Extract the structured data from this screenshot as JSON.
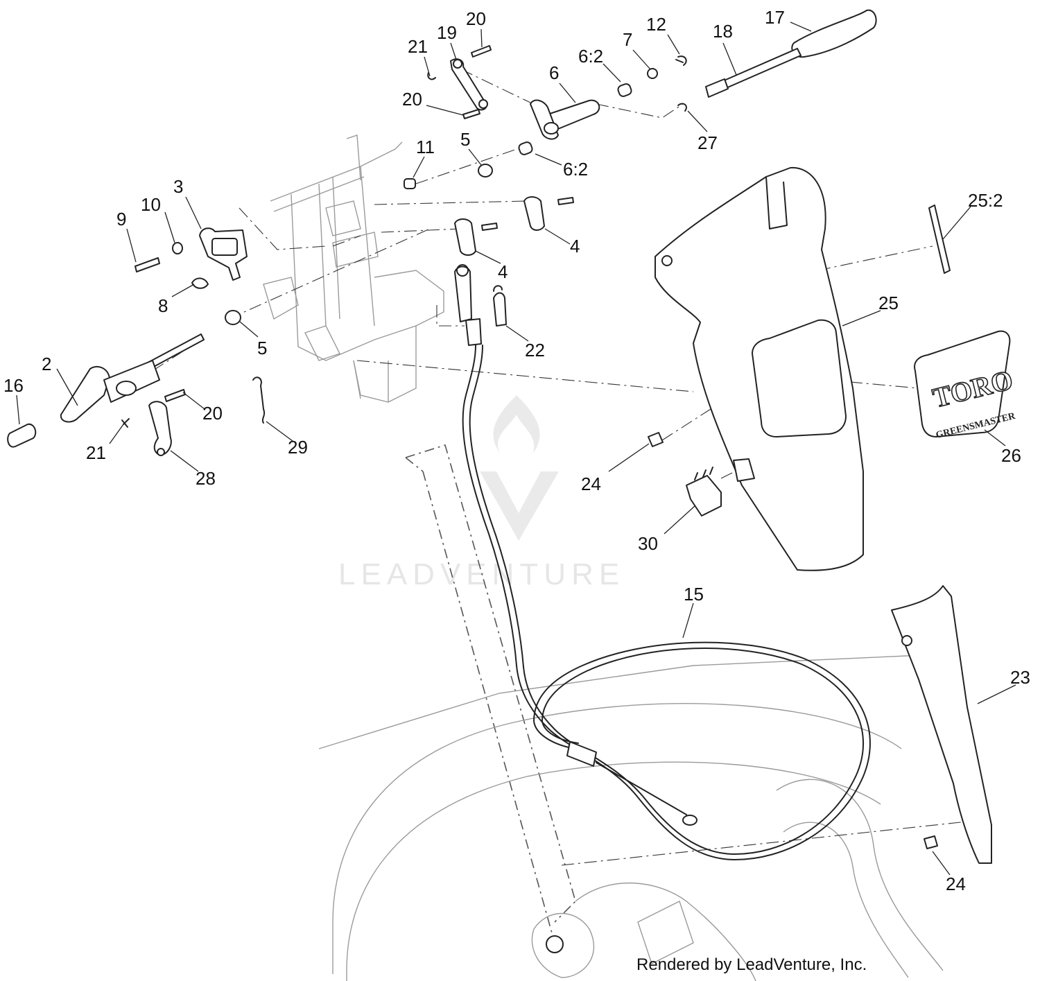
{
  "diagram": {
    "callouts": [
      "21",
      "19",
      "20",
      "12",
      "18",
      "17",
      "6:2",
      "7",
      "6",
      "20",
      "27",
      "11",
      "5",
      "6:2",
      "3",
      "10",
      "9",
      "4",
      "4",
      "8",
      "5",
      "22",
      "25:2",
      "25",
      "2",
      "16",
      "20",
      "21",
      "28",
      "29",
      "26",
      "24",
      "30",
      "15",
      "23",
      "24"
    ],
    "decal": {
      "brand": "TORO",
      "model": "GREENSMASTER"
    },
    "watermark": "LEADVENTURE",
    "footer": "Rendered by LeadVenture, Inc."
  }
}
